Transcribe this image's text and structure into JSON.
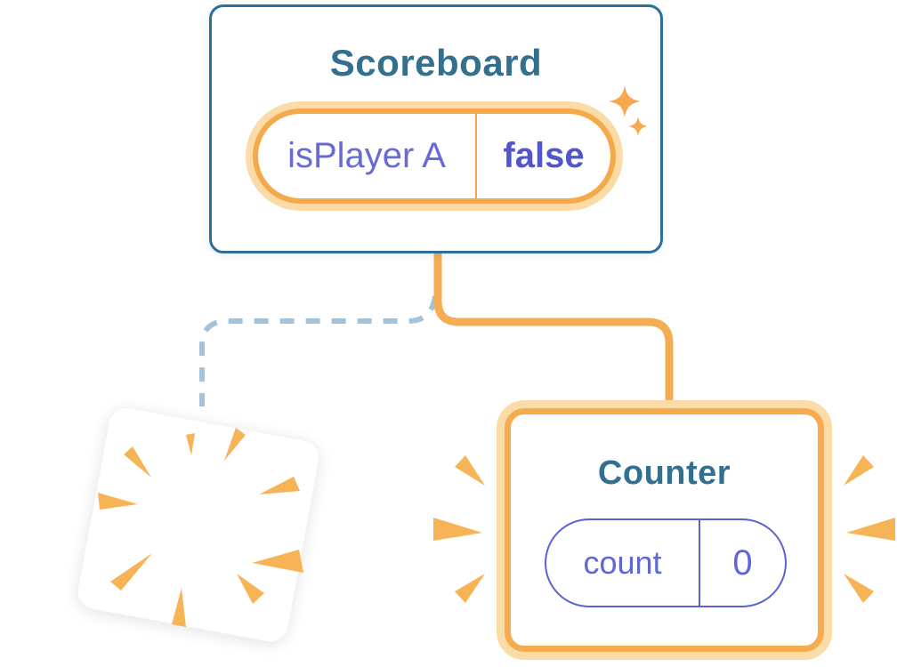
{
  "diagram": {
    "description": "React component state diagram: Scoreboard parent keeps state, old child destroyed, new Counter child initialized",
    "background_color": "#FFFFFF"
  },
  "scoreboard": {
    "title": "Scoreboard",
    "state_pill": {
      "key": "isPlayer A",
      "value": "false"
    }
  },
  "counter": {
    "title": "Counter",
    "state_pill": {
      "key": "count",
      "value": "0"
    }
  },
  "destroyed_component": {
    "label": "",
    "note": "blank tilted card with orange burst rays (component destroyed)"
  },
  "icons": {
    "sparkles": "sparkle-icon x2 near scoreboard state pill",
    "burst_rays": "9 orange wedges radiating inside destroyed card",
    "emphasis_rays": "3 orange wedges on each side of Counter card"
  },
  "colors": {
    "card_border_blue": "#2C6F9C",
    "component_title_teal": "#33708F",
    "state_key_purple": "#666BD8",
    "state_value_purple": "#5156CE",
    "pill_orange": "#F6A94B",
    "pill_orange_glow": "#FBDCA6",
    "connector_orange": "#F5AD53",
    "connector_dashed_blue": "#A4C3DA",
    "ray_orange": "#F7B457",
    "counter_pill_purple": "#5B62D2"
  }
}
